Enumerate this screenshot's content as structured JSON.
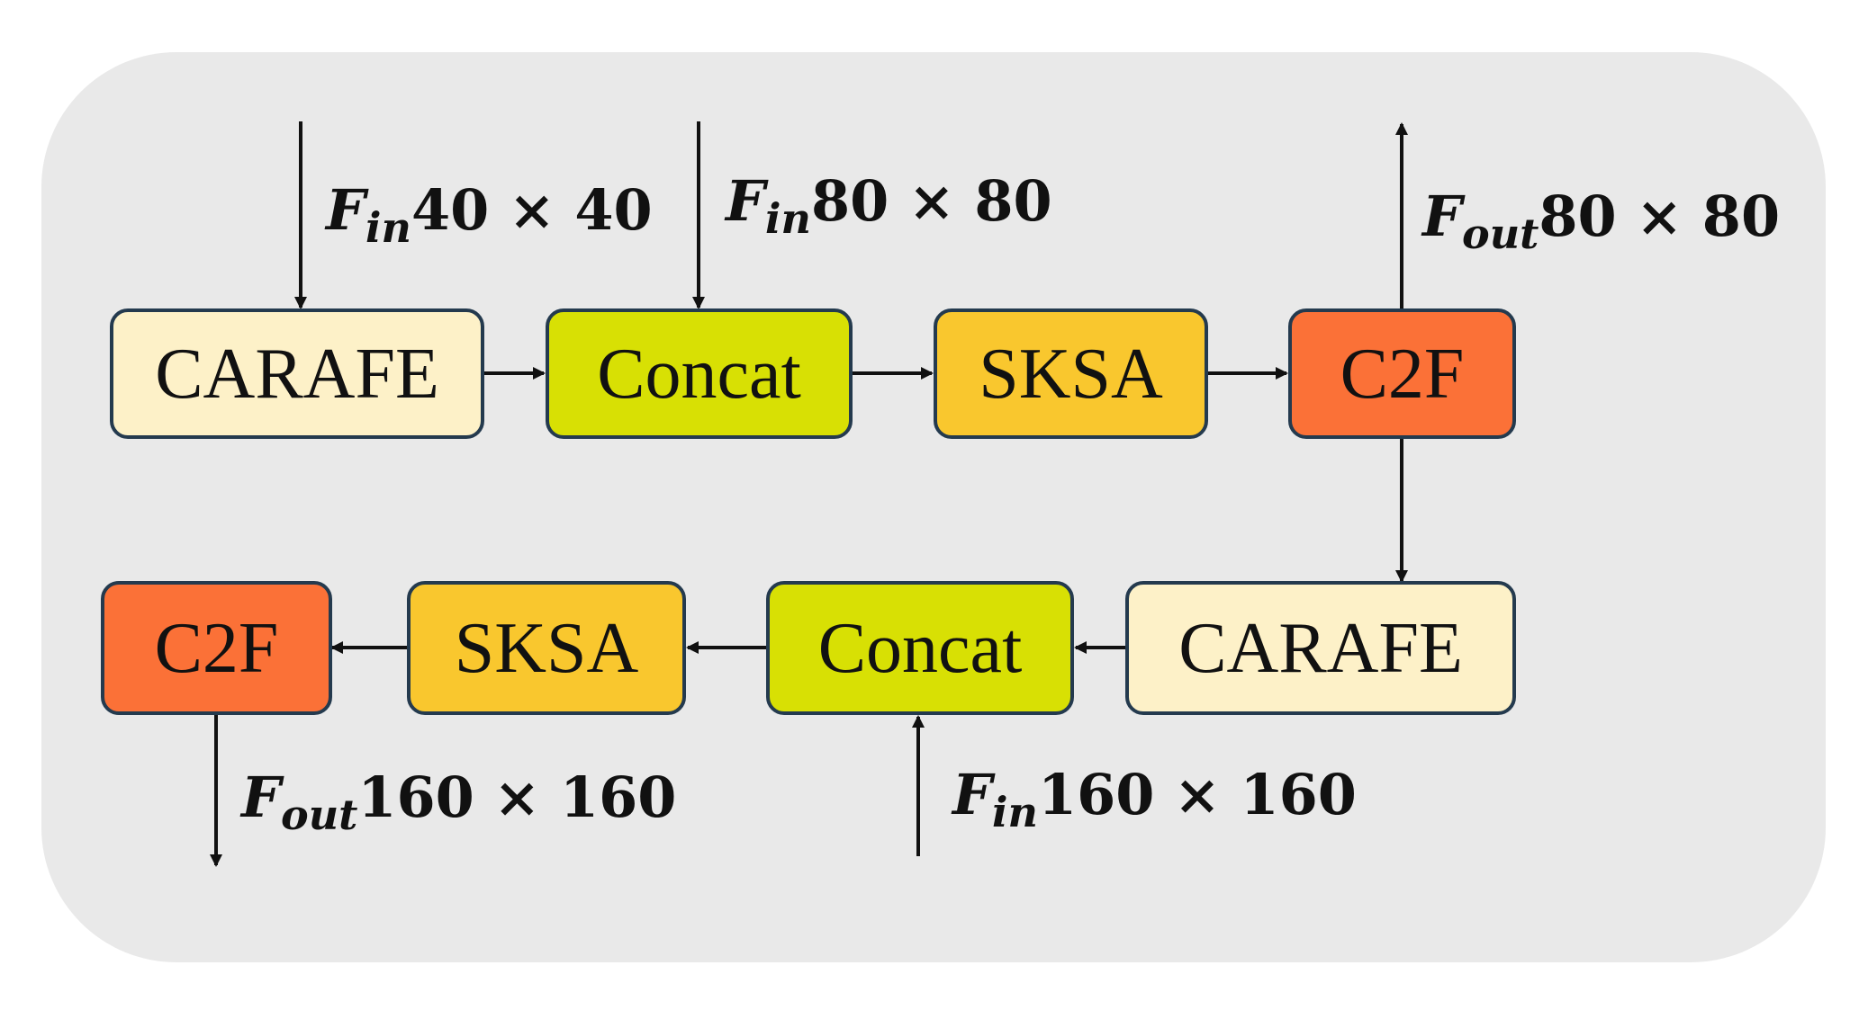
{
  "colors": {
    "panel_bg": "#e9e9e9",
    "block_border": "#243a4e",
    "carafe": "#fdf1c8",
    "concat": "#d8e004",
    "sksa": "#f9c72e",
    "c2f": "#fb7137",
    "arrow": "#111111"
  },
  "diagram": {
    "top_row": {
      "carafe": "CARAFE",
      "concat": "Concat",
      "sksa": "SKSA",
      "c2f": "C2F"
    },
    "bottom_row": {
      "carafe": "CARAFE",
      "concat": "Concat",
      "sksa": "SKSA",
      "c2f": "C2F"
    },
    "io_labels": {
      "in_40": {
        "symbol": "F",
        "subscript": "in",
        "dims": "40 × 40"
      },
      "in_80": {
        "symbol": "F",
        "subscript": "in",
        "dims": "80 × 80"
      },
      "out_80": {
        "symbol": "F",
        "subscript": "out",
        "dims": "80 × 80"
      },
      "out_160": {
        "symbol": "F",
        "subscript": "out",
        "dims": "160 × 160"
      },
      "in_160": {
        "symbol": "F",
        "subscript": "in",
        "dims": "160 × 160"
      }
    }
  }
}
